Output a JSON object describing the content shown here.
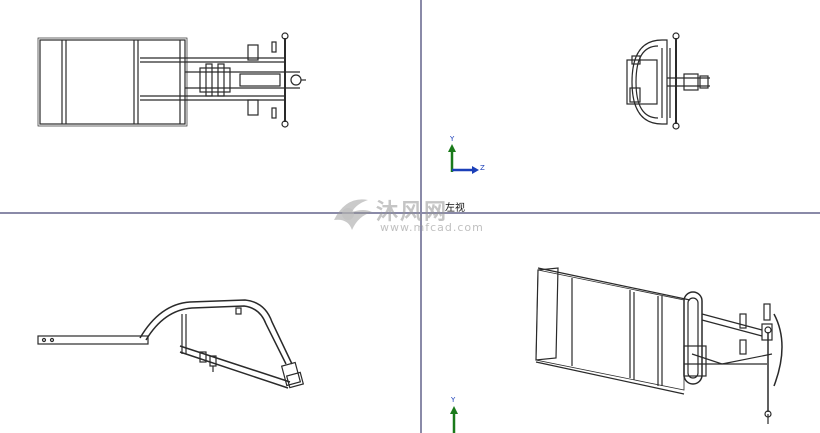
{
  "viewports": {
    "top_view": {
      "label": ""
    },
    "left_view": {
      "label": "左视"
    },
    "front_view": {
      "label": ""
    },
    "iso_view": {
      "label": ""
    }
  },
  "triad": {
    "left_view": {
      "y_label": "Y",
      "z_label": "Z"
    },
    "iso_view": {
      "y_label": "Y"
    }
  },
  "watermark": {
    "brand_text": "沐风网",
    "url_text": "www.mfcad.com",
    "logo_icon": "mf-swoosh-logo-icon"
  },
  "colors": {
    "divider": "#8a8aa8",
    "triad_y": "#1a7a1a",
    "triad_z": "#1b3fb8",
    "watermark": "#9a9a9a",
    "line": "#2a2a2a"
  }
}
